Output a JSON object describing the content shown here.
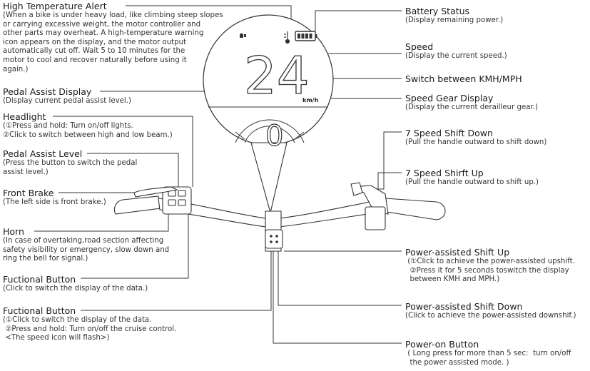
{
  "left_labels": [
    {
      "id": "hta",
      "title": "High Temperature Alert",
      "desc": "(When a bike is under heavy load, like climbing steep slopes\nor carrying excessive weight, the motor controller and\nother parts may overheat. A high-temperature warning\nicon appears on the display, and the motor output\nautomatically cut off. Wait 5 to 10 minutes for the\nmotor to cool and recover naturally before using it\nagain.)"
    },
    {
      "id": "pad",
      "title": "Pedal Assist Display",
      "desc": "(Display current pedal assist level.)"
    },
    {
      "id": "headlight",
      "title": "Headlight",
      "desc": "(①Press and hold: Turn on/off lights.\n②Click to switch between high and low beam.)"
    },
    {
      "id": "pal",
      "title": "Pedal Assist Level",
      "desc": "(Press the button to switch the pedal\nassist level.)"
    },
    {
      "id": "frontbrake",
      "title": "Front Brake",
      "desc": "(The left side is front brake.)"
    },
    {
      "id": "horn",
      "title": "Horn",
      "desc": "(In case of overtaking,road section affecting\nsafety visibility or emergency, slow down and\nring the bell for signal.)"
    },
    {
      "id": "fb1",
      "title": "Fuctional Button",
      "desc": "(Click to switch the display of the data.)"
    },
    {
      "id": "fb2",
      "title": "Fuctional Button",
      "desc": "(①Click to switch the display of the data.\n ②Press and hold: Turn on/off the cruise control.\n <The speed icon will flash>)"
    }
  ],
  "right_labels": [
    {
      "id": "battery",
      "title": "Battery Status",
      "desc": "(Display remaining power.)"
    },
    {
      "id": "speed",
      "title": "Speed",
      "desc": "(Display the current speed.)"
    },
    {
      "id": "kmh",
      "title": "Switch between KMH/MPH",
      "desc": ""
    },
    {
      "id": "sgd",
      "title": "Speed Gear Display",
      "desc": "(Display the current derailleur gear.)"
    },
    {
      "id": "ssd",
      "title": "7 Speed Shift Down",
      "desc": "(Pull the handle outward to shift down)"
    },
    {
      "id": "ssu",
      "title": "7 Speed Shirft Up",
      "desc": "(Pull the handle outward to shift up.)"
    },
    {
      "id": "pasu",
      "title": "Power-assisted Shift Up",
      "desc": " (①Click to achieve the power-assisted upshift.\n  ②Press it for 5 seconds toswitch the display\n  between KMH and MPH.)"
    },
    {
      "id": "pasd",
      "title": "Power-assisted Shift Down",
      "desc": "(Click to achieve the power-assisted downshif.)"
    },
    {
      "id": "pob",
      "title": "Power-on Button",
      "desc": " ( Long press for more than 5 sec:  turn on/off\n  the power assisted mode. )"
    }
  ],
  "display": {
    "speed_value": "24",
    "unit": "km/h",
    "gear": "0"
  }
}
